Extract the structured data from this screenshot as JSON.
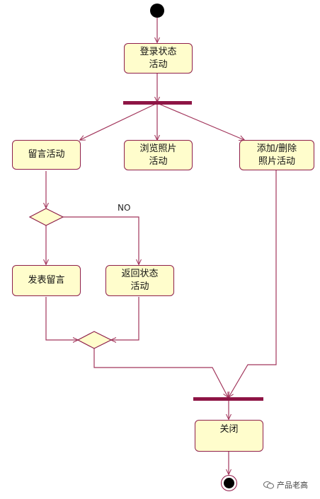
{
  "diagram": {
    "nodes": {
      "login": "登录状态\n活动",
      "leave_message": "留言活动",
      "browse_photos": "浏览照片\n活动",
      "add_delete_photos": "添加/删除\n照片活动",
      "post_message": "发表留言",
      "return_state": "返回状态\n活动",
      "close": "关闭"
    },
    "guard_no": "NO"
  },
  "watermark": {
    "text": "产品老高",
    "icon": "wechat-icon"
  },
  "colors": {
    "line": "#a2365c",
    "node_fill": "#fffdcc",
    "node_border": "#8e1e4a",
    "bar": "#8e1545"
  }
}
